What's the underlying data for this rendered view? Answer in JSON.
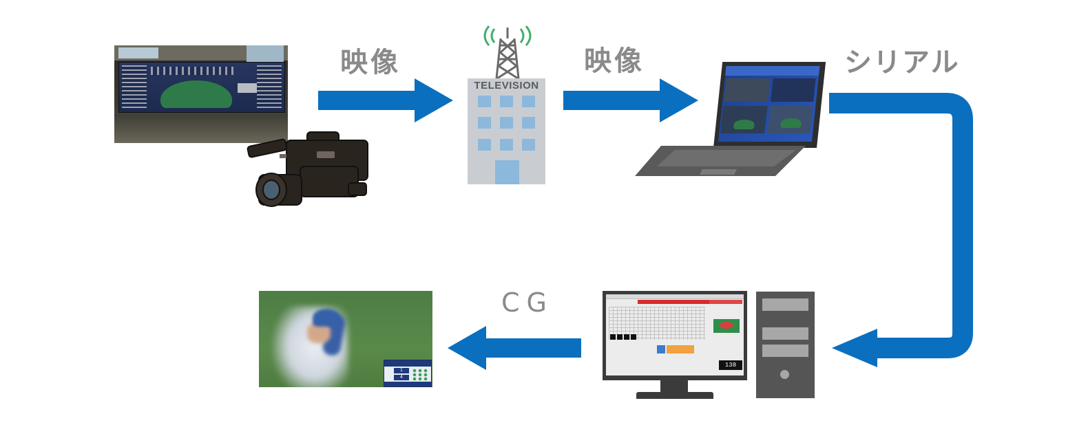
{
  "labels": {
    "video1": "映像",
    "video2": "映像",
    "serial": "シリアル",
    "cg": "CG"
  },
  "nodes": {
    "station_sign": "TELEVISION",
    "monitor_readout": "138"
  },
  "broadcast_overlay": {
    "row1": "1",
    "row2": "4"
  },
  "colors": {
    "arrow": "#0a6fbf",
    "label": "#8a8a8a",
    "device": "#3b3b3b",
    "building": "#c9cdd1",
    "window": "#8cb8dc"
  },
  "icons": [
    "scoreboard-photo",
    "video-camera-icon",
    "broadcast-tower-icon",
    "tv-station-building-icon",
    "laptop-icon",
    "desktop-monitor-icon",
    "pc-tower-icon",
    "broadcast-frame-photo"
  ]
}
